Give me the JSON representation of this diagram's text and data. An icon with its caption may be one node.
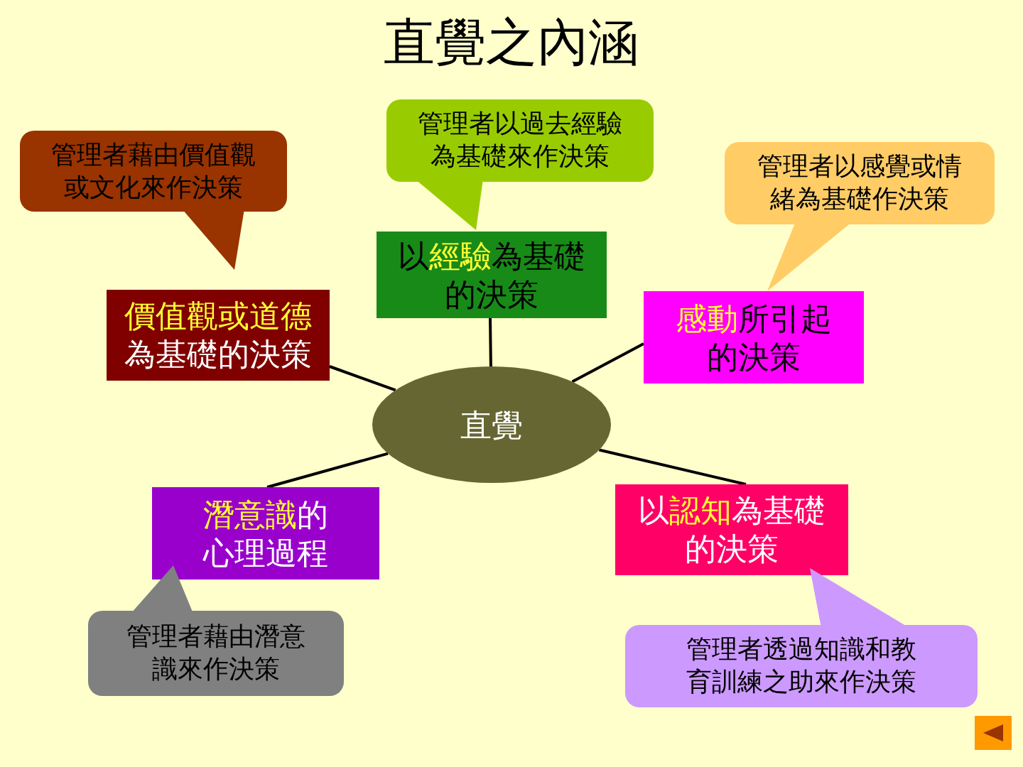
{
  "diagram": {
    "title": "直覺之內涵",
    "nodes": [
      {
        "text": [
          "管理者藉由價值觀或文化來作決策"
        ]
      },
      {
        "text": [
          "管理者以過去經驗為基礎來作決策"
        ]
      },
      {
        "text": [
          "管理者以感覺或情緒為基礎作決策"
        ]
      },
      {
        "text": [
          "**價值觀或道德**為基礎的決策"
        ]
      },
      {
        "text": [
          "以**經驗**為基礎的決策"
        ]
      },
      {
        "text": [
          "**感動**所引起的決策"
        ]
      },
      {
        "text": [
          "直覺"
        ]
      },
      {
        "text": [
          "**潛意識**的心理過程"
        ]
      },
      {
        "text": [
          "以**認知**為基礎的決策"
        ]
      },
      {
        "text": [
          "管理者藉由潛意識來作決策"
        ]
      },
      {
        "text": [
          "管理者透過知識和教育訓練之助來作決策"
        ]
      }
    ],
    "edges": [
      {
        "from": 6,
        "to": 3,
        "arrow": "none"
      },
      {
        "from": 6,
        "to": 4,
        "arrow": "none"
      },
      {
        "from": 6,
        "to": 5,
        "arrow": "none"
      },
      {
        "from": 6,
        "to": 7,
        "arrow": "none"
      },
      {
        "from": 6,
        "to": 8,
        "arrow": "none"
      }
    ]
  }
}
